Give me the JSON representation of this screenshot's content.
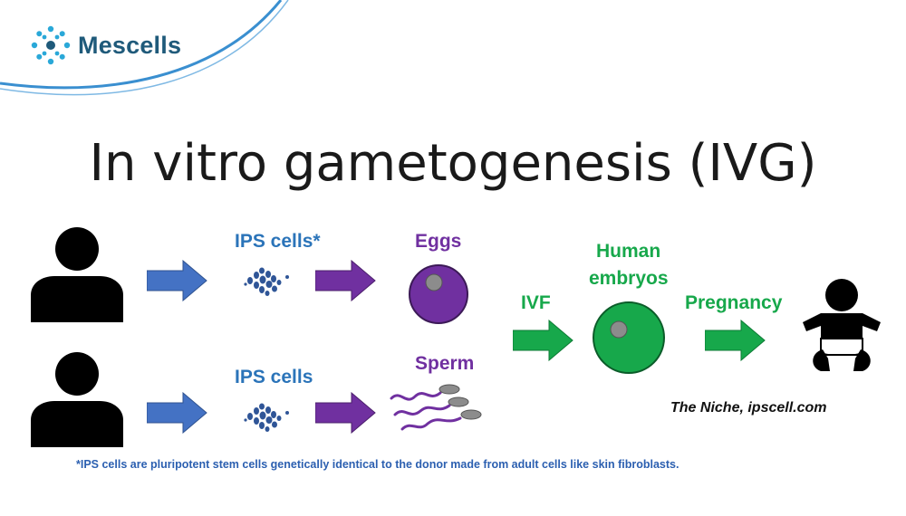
{
  "brand": {
    "name": "Mescells"
  },
  "title": "In vitro gametogenesis (IVG)",
  "labels": {
    "ips_top": "IPS cells*",
    "ips_bottom": "IPS cells",
    "eggs": "Eggs",
    "sperm": "Sperm",
    "ivf": "IVF",
    "embryos_line1": "Human",
    "embryos_line2": "embryos",
    "pregnancy": "Pregnancy"
  },
  "credit": "The Niche, ipscell.com",
  "footnote": "*IPS cells are pluripotent stem cells genetically identical to the donor made from adult cells like skin fibroblasts.",
  "colors": {
    "blue": "#4472c4",
    "purple": "#7030a0",
    "green": "#17a84b",
    "brand": "#1f5a7a",
    "swoosh": "#3a8fd0"
  },
  "icons": [
    "person-icon",
    "person-icon",
    "ips-cells-icon",
    "ips-cells-icon",
    "egg-cell-icon",
    "sperm-icon",
    "embryo-icon",
    "baby-icon",
    "mescells-logo-icon"
  ]
}
